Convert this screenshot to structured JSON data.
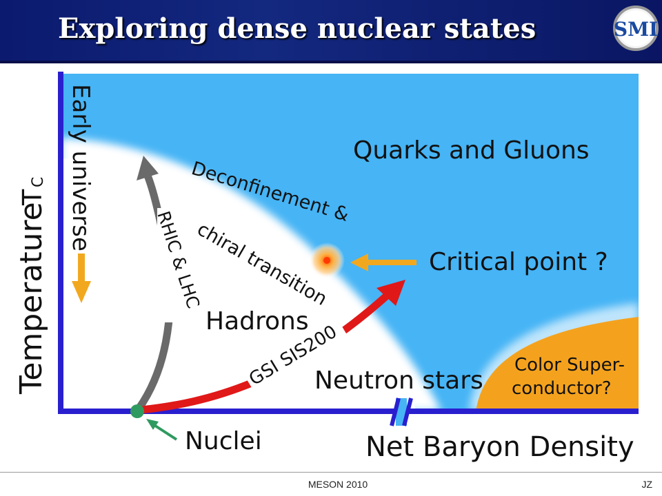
{
  "slide": {
    "title": "Exploring dense nuclear states",
    "logo_text": "SMI",
    "footer_center": "MESON 2010",
    "footer_right": "JZ"
  },
  "diagram": {
    "y_axis_label": "Temperature",
    "y_axis_marker": "T",
    "y_axis_marker_sub": "C",
    "x_axis_label": "Net Baryon Density",
    "early_universe_label": "Early universe",
    "regions": {
      "qgp": "Quarks and Gluons",
      "hadrons": "Hadrons",
      "neutron_stars": "Neutron  stars",
      "color_super_line1": "Color Super-",
      "color_super_line2": "conductor?"
    },
    "transition_label_line1": "Deconfinement &",
    "transition_label_line2": "chiral transition",
    "critical_point_label": "Critical point ?",
    "nuclei_label": "Nuclei",
    "arrow_rhic_label": "RHIC & LHC",
    "arrow_gsi_label": "GSI SIS200",
    "colors": {
      "qgp_region": "#46b4f5",
      "hadron_region": "#ffffff",
      "superconductor_region": "#f4a21e",
      "axes": "#2a1fcf",
      "rhic_arrow": "#6a6a6a",
      "gsi_arrow": "#e01818",
      "critical_arrow": "#f2a81e",
      "nuclei_dot": "#2f9a5f",
      "title_bar": "#13287f"
    }
  }
}
